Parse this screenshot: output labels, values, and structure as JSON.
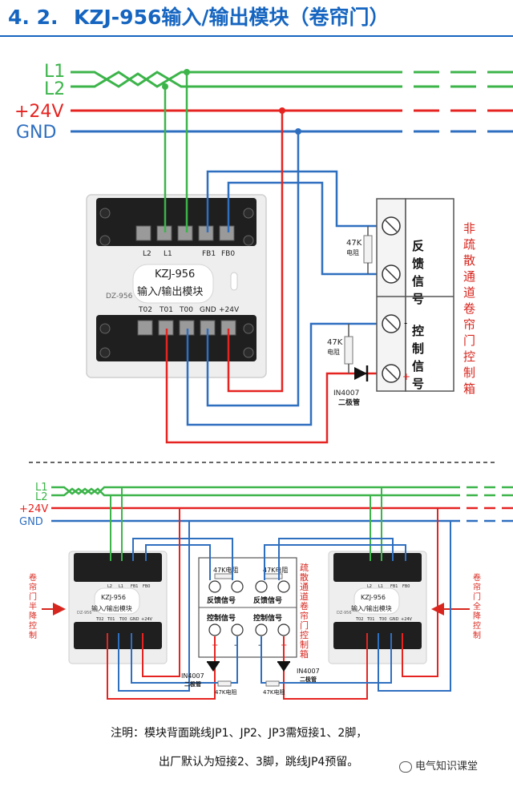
{
  "title": {
    "number": "4. 2.",
    "text": "KZJ-956输入/输出模块（卷帘门）"
  },
  "colors": {
    "green": "#3cb44a",
    "red": "#e52421",
    "blue": "#2f6fc0",
    "dark": "#222222",
    "label_red": "#d7261e"
  },
  "top": {
    "bus_labels": {
      "l1": "L1",
      "l2": "L2",
      "v24": "+24V",
      "gnd": "GND"
    },
    "module": {
      "model": "KZJ-956",
      "name": "输入/输出模块",
      "base_code": "DZ-956",
      "upper_terminals": [
        "L2",
        "L1",
        "FB1",
        "FB0"
      ],
      "lower_terminals": [
        "T02",
        "T01",
        "T00",
        "GND",
        "+24V"
      ]
    },
    "control_box": {
      "title_vertical": "非疏散通道卷帘门控制箱",
      "feedback_label": "反馈信号",
      "control_label": "控制信号",
      "minus": "-",
      "plus": "+"
    },
    "resistor1": {
      "value": "47K",
      "unit": "电阻"
    },
    "resistor2": {
      "value": "47K",
      "unit": "电阻"
    },
    "diode": {
      "model": "IN4007",
      "name": "二极管"
    }
  },
  "bottom": {
    "bus_labels": {
      "l1": "L1",
      "l2": "L2",
      "v24": "+24V",
      "gnd": "GND"
    },
    "left_module": {
      "model": "KZJ-956",
      "name": "输入/输出模块",
      "base_code": "DZ-956",
      "upper_terminals": [
        "L2",
        "L1",
        "FB1",
        "FB0"
      ],
      "lower_terminals": [
        "T02",
        "T01",
        "T00",
        "GND",
        "+24V"
      ]
    },
    "right_module": {
      "model": "KZJ-956",
      "name": "输入/输出模块",
      "base_code": "DZ-956",
      "upper_terminals": [
        "L2",
        "L1",
        "FB1",
        "FB0"
      ],
      "lower_terminals": [
        "T02",
        "T01",
        "T00",
        "GND",
        "+24V"
      ]
    },
    "left_side_label": "卷帘门半降控制",
    "right_side_label": "卷帘门全降控制",
    "center_box": {
      "title_vertical": "疏散通道卷帘门控制箱",
      "feedback_left": "反馈信号",
      "feedback_right": "反馈信号",
      "control_left": "控制信号",
      "control_right": "控制信号",
      "res_top_left": "47K电阻",
      "res_top_right": "47K电阻",
      "res_bottom_left": "47K电阻",
      "res_bottom_right": "47K电阻",
      "plus": "+",
      "minus": "-"
    },
    "diode_left": {
      "model": "IN4007",
      "name": "二极管"
    },
    "diode_right": {
      "model": "IN4007",
      "name": "二极管"
    }
  },
  "footer": {
    "line1": "注明：模块背面跳线JP1、JP2、JP3需短接1、2脚，",
    "line2": "出厂默认为短接2、3脚，跳线JP4预留。"
  },
  "watermark": "电气知识课堂"
}
